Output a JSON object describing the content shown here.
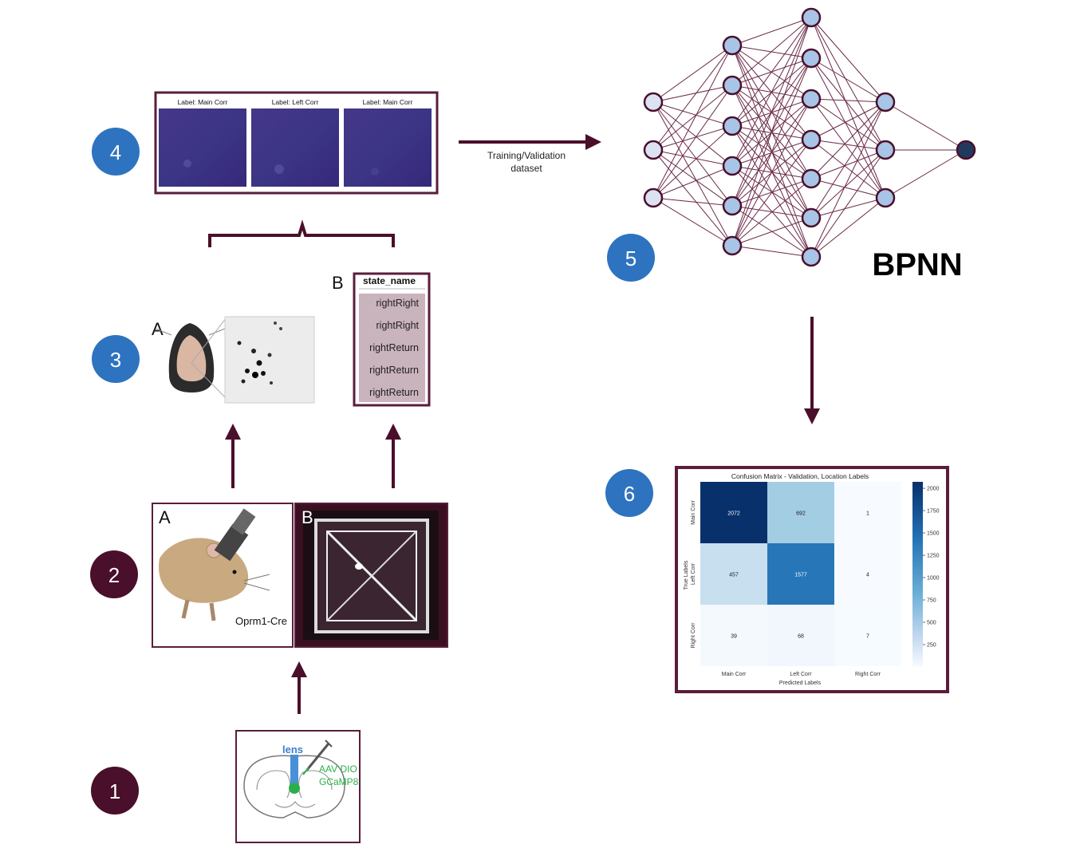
{
  "steps": {
    "s1": "1",
    "s2": "2",
    "s3": "3",
    "s4": "4",
    "s5": "5",
    "s6": "6"
  },
  "colors": {
    "maroon": "#4a0f2a",
    "blue_badge": "#2e73bf",
    "frame": "#5a1d3c",
    "heatmap_dark": "#3a2f7a"
  },
  "step1": {
    "lens": "lens",
    "virus_line1": "AAV DIO",
    "virus_line2": "GCaMP8"
  },
  "step2": {
    "panel_a": "A",
    "panel_b": "B",
    "mouse_line": "Oprm1-Cre"
  },
  "step3": {
    "panel_a": "A",
    "panel_b": "B",
    "table_header": "state_name",
    "rows": [
      "rightRight",
      "rightRight",
      "rightReturn",
      "rightReturn",
      "rightReturn"
    ]
  },
  "step4": {
    "labels": [
      "Label: Main Corr",
      "Label: Left Corr",
      "Label: Main Corr"
    ]
  },
  "arrow45": {
    "line1": "Training/Validation",
    "line2": "dataset"
  },
  "step5": {
    "title": "BPNN"
  },
  "chart_data": {
    "type": "heatmap",
    "title": "Confusion Matrix - Validation, Location Labels",
    "xlabel": "Predicted Labels",
    "ylabel": "True Labels",
    "x_categories": [
      "Main Corr",
      "Left Corr",
      "Right Corr"
    ],
    "y_categories": [
      "Main Corr",
      "Left Corr",
      "Right Corr"
    ],
    "values": [
      [
        2072,
        692,
        1
      ],
      [
        457,
        1577,
        4
      ],
      [
        39,
        68,
        7
      ]
    ],
    "colorbar_ticks": [
      2000,
      1750,
      1500,
      1250,
      1000,
      750,
      500,
      250
    ],
    "colorbar_range": [
      0,
      2072
    ],
    "colormap": "Blues"
  }
}
